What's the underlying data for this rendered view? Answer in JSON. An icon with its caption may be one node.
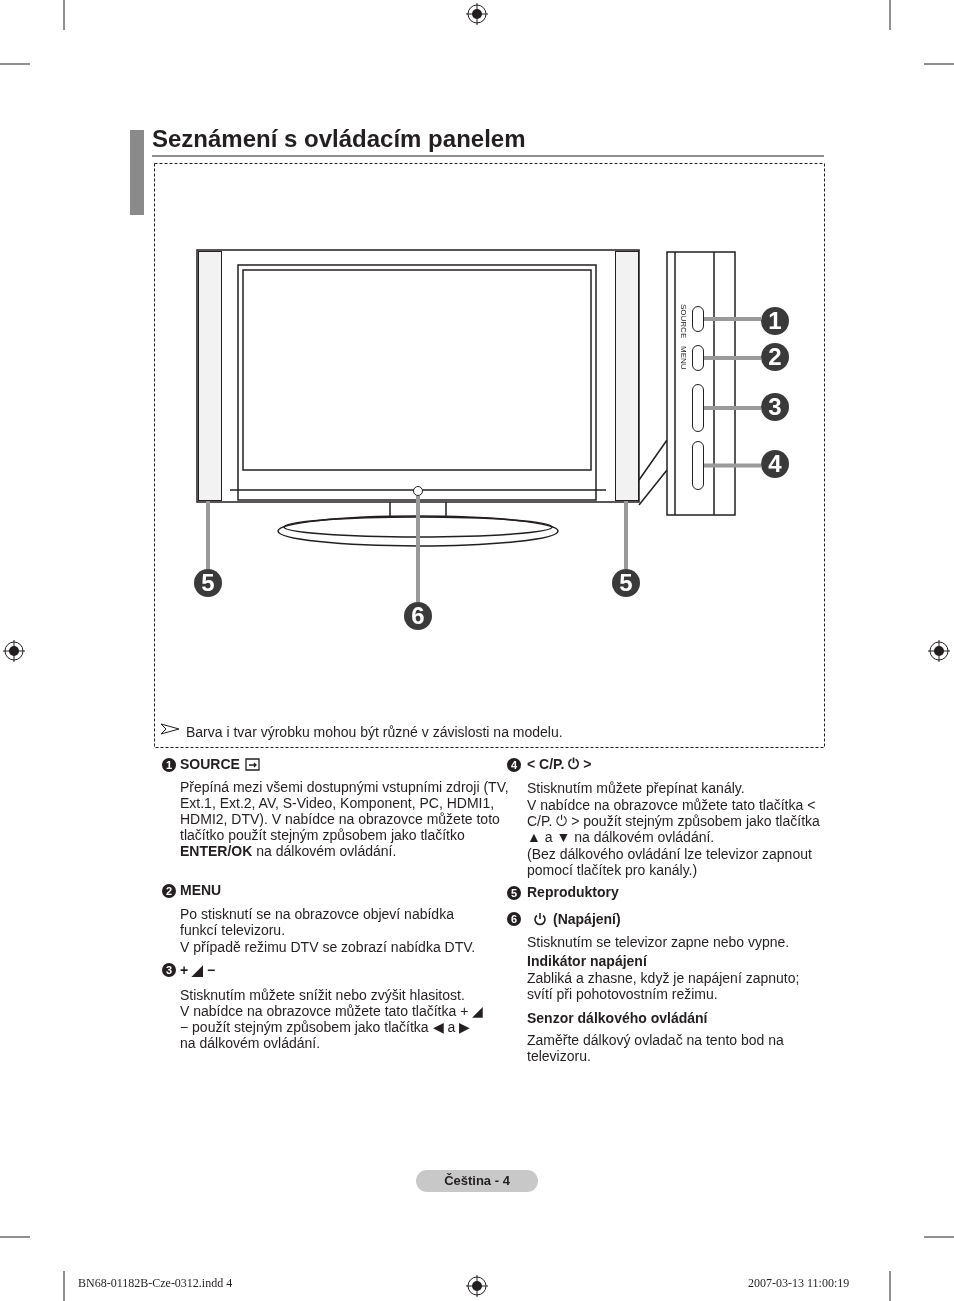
{
  "diagram": {
    "title": "Seznámení s ovládacím panelem",
    "nodes": [
      {
        "text": [
          "1"
        ]
      },
      {
        "text": [
          "2"
        ]
      },
      {
        "text": [
          "3"
        ]
      },
      {
        "text": [
          "4"
        ]
      },
      {
        "text": [
          "5"
        ]
      },
      {
        "text": [
          "5"
        ]
      },
      {
        "text": [
          "6"
        ]
      },
      {
        "text": [],
        "shape": "box"
      },
      {
        "text": [],
        "shape": "box"
      },
      {
        "text": [],
        "shape": "box"
      },
      {
        "text": [],
        "shape": "box"
      },
      {
        "text": [],
        "shape": "bar"
      },
      {
        "text": [],
        "shape": "bar"
      },
      {
        "text": [],
        "shape": "circle"
      }
    ],
    "edges": [
      {
        "from": 0,
        "to": 7,
        "arrow": "none"
      },
      {
        "from": 1,
        "to": 8,
        "arrow": "none"
      },
      {
        "from": 2,
        "to": 9,
        "arrow": "none"
      },
      {
        "from": 3,
        "to": 10,
        "arrow": "none"
      },
      {
        "from": 4,
        "to": 11,
        "arrow": "none"
      },
      {
        "from": 5,
        "to": 12,
        "arrow": "none"
      },
      {
        "from": 6,
        "to": 13,
        "arrow": "none"
      }
    ],
    "labels": [
      "SOURCE",
      "MENU",
      "Barva i tvar výrobku mohou být různé v závislosti na modelu.",
      "1",
      "SOURCE",
      "Přepíná mezi všemi dostupnými vstupními zdroji (TV, Ext.1, Ext.2, AV, S-Video, Komponent, PC, HDMI1, HDMI2, DTV). V nabídce na obrazovce můžete toto tlačítko použít stejným způsobem jako tlačítko **ENTER/OK** na dálkovém ovládání.",
      "2",
      "MENU",
      "Po stisknutí se na obrazovce objeví nabídka funkcí televizoru.",
      "V případě režimu DTV se zobrazí nabídka DTV.",
      "3",
      "+ ◢ −",
      "Stisknutím můžete snížit nebo zvýšit hlasitost.",
      "V nabídce na obrazovce můžete tato tlačítka + ◢ − použít stejným způsobem jako tlačítka ◀ a ▶ na dálkovém ovládání.",
      "4",
      "< C/P. ⏻ >",
      "Stisknutím můžete přepínat kanály.",
      "V nabídce na obrazovce můžete tato tlačítka < C/P. ⏻ > použít stejným způsobem jako tlačítka ▲ a ▼ na dálkovém ovládání.",
      "(Bez dálkového ovládání lze televizor zapnout pomocí tlačítek pro kanály.)",
      "5",
      "Reproduktory",
      "6",
      "(Napájení)",
      "Stisknutím se televizor zapne nebo vypne.",
      "Indikátor napájení",
      "Zabliká a zhasne, když je napájení zapnuto; svítí při pohotovostním režimu.",
      "Senzor dálkového ovládání",
      "Zaměřte dálkový ovladač na tento bod na televizoru.",
      "Čeština - 4",
      "BN68-01182B-Cze-0312.indd 4",
      "2007-03-13 11:00:19"
    ]
  }
}
